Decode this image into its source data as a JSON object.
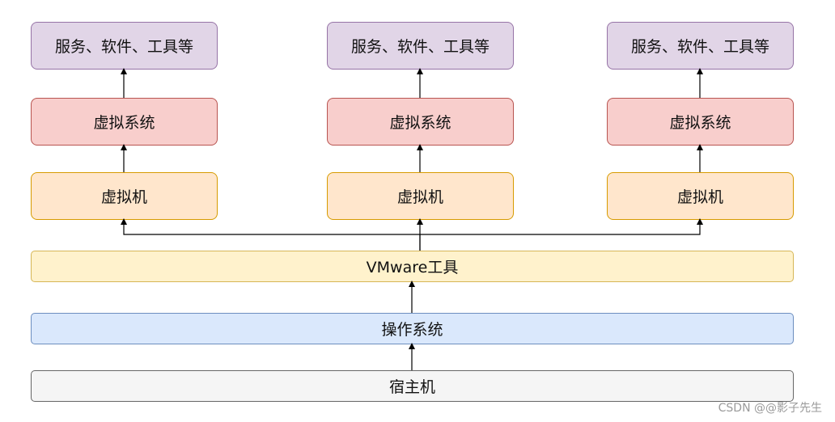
{
  "stack_columns": [
    {
      "service_label": "服务、软件、工具等",
      "guest_os_label": "虚拟系统",
      "vm_label": "虚拟机"
    },
    {
      "service_label": "服务、软件、工具等",
      "guest_os_label": "虚拟系统",
      "vm_label": "虚拟机"
    },
    {
      "service_label": "服务、软件、工具等",
      "guest_os_label": "虚拟系统",
      "vm_label": "虚拟机"
    }
  ],
  "vmware_label": "VMware工具",
  "host_os_label": "操作系统",
  "host_label": "宿主机",
  "watermark": "CSDN @@影子先生",
  "colors": {
    "service_fill": "#e1d5e7",
    "guest_os_fill": "#f8cecc",
    "vm_fill": "#ffe6cc",
    "vmware_fill": "#fff2cc",
    "host_os_fill": "#dae8fc",
    "host_fill": "#f5f5f5"
  }
}
